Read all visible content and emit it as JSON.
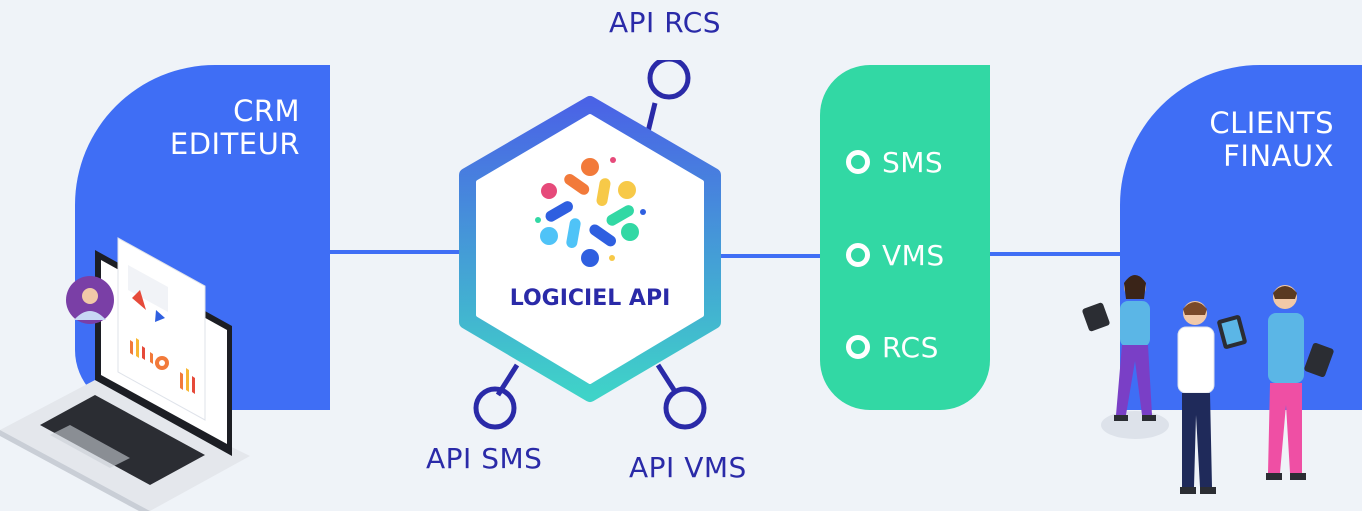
{
  "crm": {
    "title_line1": "CRM",
    "title_line2": "EDITEUR"
  },
  "clients": {
    "title_line1": "CLIENTS",
    "title_line2": "FINAUX"
  },
  "hub": {
    "label": "LOGICIEL API"
  },
  "apis": {
    "rcs": "API RCS",
    "sms": "API SMS",
    "vms": "API VMS"
  },
  "channels": [
    "SMS",
    "VMS",
    "RCS"
  ],
  "colors": {
    "blue": "#3f6ef5",
    "green": "#32d8a4",
    "navy": "#2a2aa8",
    "background": "#eff3f8"
  }
}
